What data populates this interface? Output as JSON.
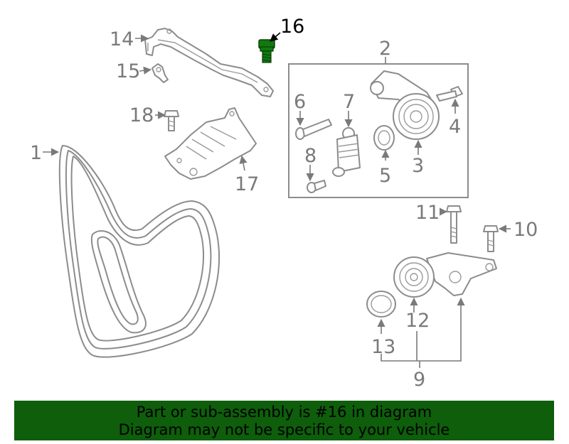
{
  "labels": {
    "p1": "1",
    "p2": "2",
    "p3": "3",
    "p4": "4",
    "p5": "5",
    "p6": "6",
    "p7": "7",
    "p8": "8",
    "p9": "9",
    "p10": "10",
    "p11": "11",
    "p12": "12",
    "p13": "13",
    "p14": "14",
    "p15": "15",
    "p16": "16",
    "p17": "17",
    "p18": "18"
  },
  "highlight_color": "#107a0e",
  "banner": {
    "line1": "Part or sub-assembly is #16 in diagram",
    "line2": "Diagram may not be specific to your vehicle",
    "background": "#0e5e0c"
  }
}
